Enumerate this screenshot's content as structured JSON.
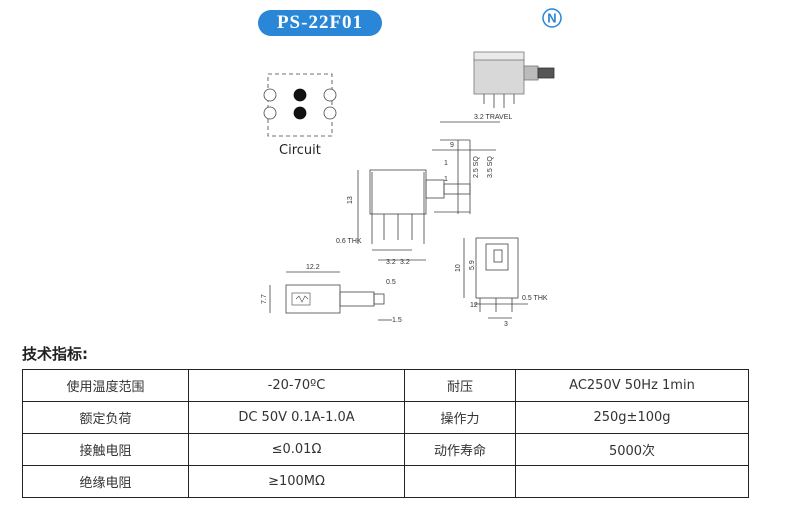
{
  "header": {
    "model": "PS-22F01",
    "logo_letter": "N"
  },
  "drawing": {
    "circuit_label": "Circuit",
    "dims": {
      "travel": "3.2 TRAVEL",
      "d9": "9",
      "d1a": "1",
      "d1b": "1",
      "d2_5sq": "2.5 SQ",
      "d3_5sq": "3.5 SQ",
      "d13": "13",
      "d0_6thk": "0.6 THK",
      "d3_2a": "3.2",
      "d3_2b": "3.2",
      "d12_2": "12.2",
      "d0_5a": "0.5",
      "d7_7": "7.7",
      "d1_5": "1.5",
      "d10": "10",
      "d5_9": "5.9",
      "d12": "12",
      "d0_5thk": "0.5 THK",
      "d3": "3"
    }
  },
  "specs": {
    "title": "技术指标:",
    "rows": [
      [
        "使用温度范围",
        "-20-70ºC",
        "耐压",
        "AC250V 50Hz 1min"
      ],
      [
        "额定负荷",
        "DC 50V 0.1A-1.0A",
        "操作力",
        "250g±100g"
      ],
      [
        "接触电阻",
        "≤0.01Ω",
        "动作寿命",
        "5000次"
      ],
      [
        "绝缘电阻",
        "≥100MΩ",
        "",
        ""
      ]
    ]
  }
}
